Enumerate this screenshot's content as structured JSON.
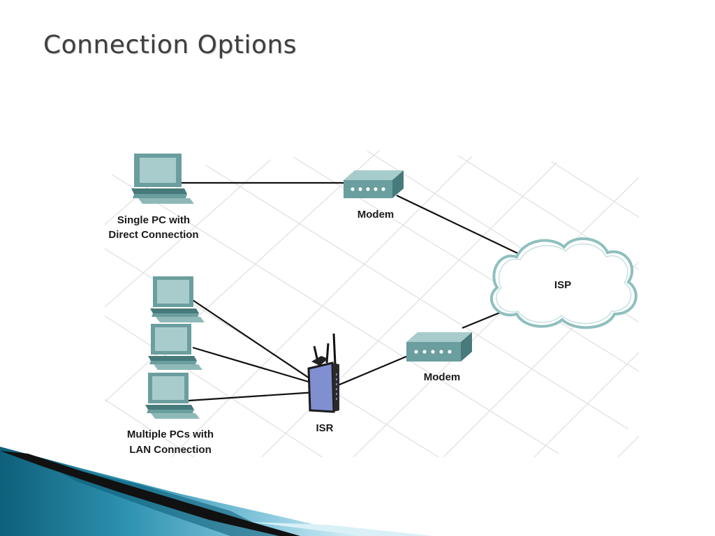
{
  "slide": {
    "title": "Connection Options"
  },
  "diagram": {
    "labels": {
      "single_pc": [
        "Single PC with",
        "Direct Connection"
      ],
      "multiple_pcs": [
        "Multiple PCs with",
        "LAN Connection"
      ],
      "modem_top": "Modem",
      "modem_bottom": "Modem",
      "isp": "ISP",
      "isr": "ISR"
    },
    "nodes": [
      {
        "id": "pc-single",
        "type": "pc-icon"
      },
      {
        "id": "pc-lan-1",
        "type": "pc-icon"
      },
      {
        "id": "pc-lan-2",
        "type": "pc-icon"
      },
      {
        "id": "pc-lan-3",
        "type": "pc-icon"
      },
      {
        "id": "modem-top",
        "type": "modem-icon"
      },
      {
        "id": "modem-bottom",
        "type": "modem-icon"
      },
      {
        "id": "isr",
        "type": "router-icon"
      },
      {
        "id": "isp",
        "type": "cloud-icon"
      }
    ],
    "links": [
      {
        "from": "pc-single",
        "to": "modem-top"
      },
      {
        "from": "modem-top",
        "to": "isp"
      },
      {
        "from": "pc-lan-1",
        "to": "isr"
      },
      {
        "from": "pc-lan-2",
        "to": "isr"
      },
      {
        "from": "pc-lan-3",
        "to": "isr"
      },
      {
        "from": "isr",
        "to": "modem-bottom"
      },
      {
        "from": "modem-bottom",
        "to": "isp"
      }
    ],
    "colors": {
      "device": "#6b9e9e",
      "device_dark": "#477a7a",
      "device_light": "#a8cccc",
      "cloud_stroke": "#8fbfbf",
      "link": "#111111",
      "isr_body": "#7f8fd0",
      "grid": "#e4e4e4"
    }
  },
  "decoration": {
    "colors": {
      "swoosh_dark": "#0f6f8a",
      "swoosh_light": "#bfe6f2",
      "swoosh_black": "#111111"
    }
  }
}
